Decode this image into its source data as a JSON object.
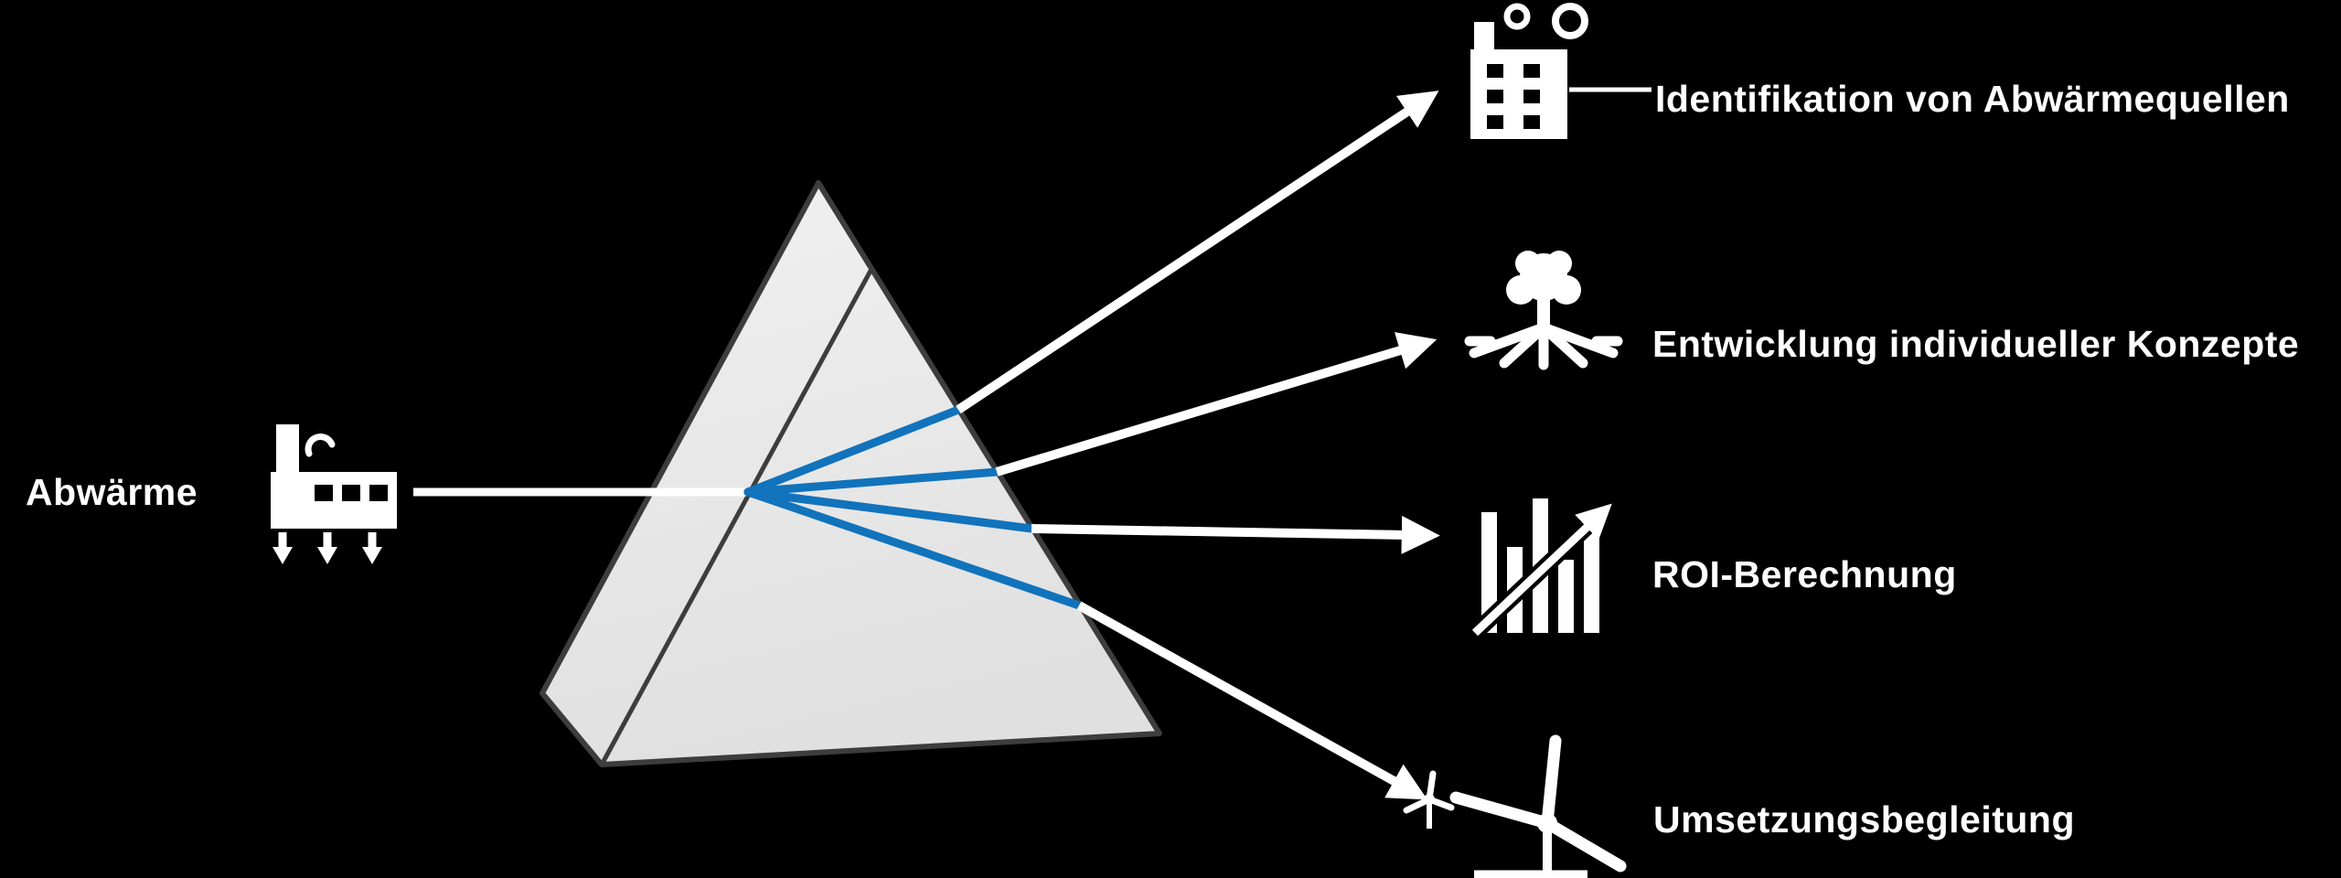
{
  "title": "Abwärme-Prisma Infografik",
  "canvas": {
    "background": "#000000"
  },
  "colors": {
    "text": "#FFFFFF",
    "ray_white": "#FFFFFF",
    "ray_blue": "#1173BC",
    "prism_fill_top": "#F1F1F1",
    "prism_fill_bottom": "#E0E0E0",
    "prism_border": "#3D3D3D"
  },
  "input": {
    "label": "Abwärme",
    "icon": "factory-heat-icon"
  },
  "prism": {
    "name": "prism",
    "ray_count": 4
  },
  "outputs": [
    {
      "label": "Identifikation von Abwärmequellen",
      "icon": "factory-magnifier-smoke-icon"
    },
    {
      "label": "Entwicklung individueller Konzepte",
      "icon": "tree-roots-icon"
    },
    {
      "label": "ROI-Berechnung",
      "icon": "growth-chart-icon"
    },
    {
      "label": "Umsetzungsbegleitung",
      "icon": "wind-turbine-icon"
    }
  ]
}
